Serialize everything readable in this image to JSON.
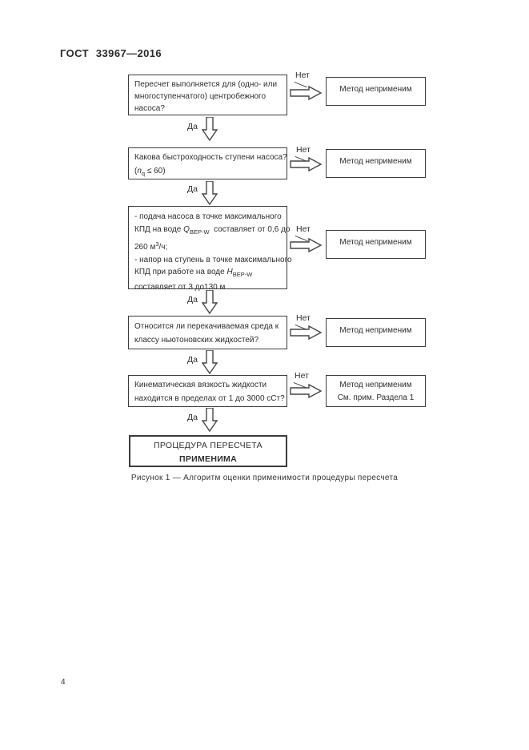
{
  "header": {
    "title": "ГОСТ 33967—2016"
  },
  "labels": {
    "yes": "Да",
    "no": "Нет"
  },
  "caption": "Рисунок 1 — Алгоритм оценки применимости процедуры пересчета",
  "footer": {
    "page_number": "4"
  },
  "colors": {
    "ink": "#2e2e2e",
    "border": "#3c3c3c",
    "background": "#ffffff"
  },
  "flowchart": {
    "steps": [
      {
        "question": [
          [
            "Пересчет выполняется для (одно- или"
          ],
          [
            "многоступенчатого) центробежного"
          ],
          [
            "насоса?"
          ]
        ],
        "fail": [
          "Метод неприменим"
        ]
      },
      {
        "question": [
          [
            "Какова быстроходность ступени насоса?"
          ],
          [
            "(",
            {
              "t": "n",
              "s": "i"
            },
            {
              "t": "q",
              "s": "sub"
            },
            " ≤ 60)"
          ]
        ],
        "fail": [
          "Метод неприменим"
        ]
      },
      {
        "question": [
          [
            "- подача насоса в точке максимального"
          ],
          [
            "КПД на воде ",
            {
              "t": "Q",
              "s": "i"
            },
            {
              "t": "BEP-W",
              "s": "sub"
            },
            "  составляет от 0,6 до"
          ],
          [
            "260 м",
            {
              "t": "3",
              "s": "sup"
            },
            "/ч;"
          ],
          [
            "- напор на ступень в точке максимального"
          ],
          [
            "КПД при работе на воде ",
            {
              "t": "H",
              "s": "i"
            },
            {
              "t": "BEP-W",
              "s": "sub"
            }
          ],
          [
            "составляет от 3 до130 м"
          ]
        ],
        "fail": [
          "Метод неприменим"
        ]
      },
      {
        "question": [
          [
            "Относится ли перекачиваемая среда к"
          ],
          [
            "классу ньютоновских жидкостей?"
          ]
        ],
        "fail": [
          "Метод неприменим"
        ]
      },
      {
        "question": [
          [
            "Кинематическая вязкость жидкости"
          ],
          [
            "находится в пределах от 1 до 3000 сСт?"
          ]
        ],
        "fail": [
          "Метод неприменим",
          "См. прим. Раздела 1"
        ]
      }
    ],
    "result": [
      [
        "ПРОЦЕДУРА ПЕРЕСЧЕТА"
      ],
      [
        {
          "t": "ПРИМЕНИМА",
          "s": "b"
        }
      ]
    ]
  }
}
